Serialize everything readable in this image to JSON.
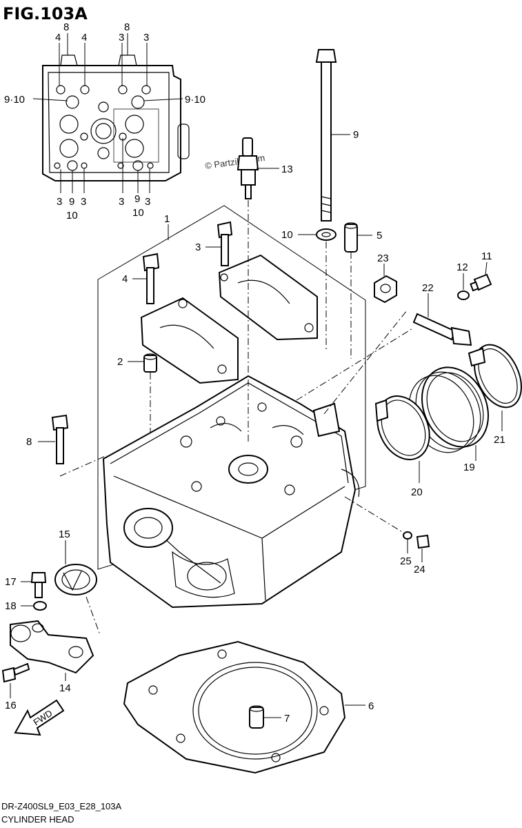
{
  "figure_title": "FIG.103A",
  "watermark": "© Partzilla.com",
  "footer": {
    "code": "DR-Z400SL9_E03_E28_103A",
    "caption": "CYLINDER HEAD"
  },
  "fwd_label": "FWD",
  "inset_labels": {
    "top_8": "8",
    "top_4a": "4",
    "top_4b": "4",
    "top_3a": "3",
    "top_8b": "8",
    "top_3b": "3",
    "left_910": "9·10",
    "right_910": "9·10",
    "bot_3a": "3",
    "bot_9a": "9",
    "bot_3b": "3",
    "bot_10a": "10",
    "bot_3c": "3",
    "bot_9b": "9",
    "bot_3d": "3",
    "bot_10b": "10"
  },
  "callouts": {
    "p1": "1",
    "p2": "2",
    "p3": "3",
    "p4": "4",
    "p5": "5",
    "p6": "6",
    "p7": "7",
    "p8": "8",
    "p9": "9",
    "p10": "10",
    "p11": "11",
    "p12": "12",
    "p13": "13",
    "p14": "14",
    "p15": "15",
    "p16": "16",
    "p17": "17",
    "p18": "18",
    "p19": "19",
    "p20": "20",
    "p21": "21",
    "p22": "22",
    "p23": "23",
    "p24": "24",
    "p25": "25"
  }
}
